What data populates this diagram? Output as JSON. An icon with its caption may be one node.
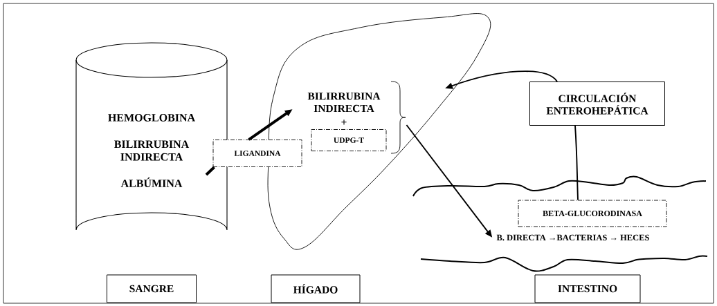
{
  "diagram": {
    "nodes": [
      {
        "text": [
          "HEMOGLOBINA",
          "BILIRRUBINA INDIRECTA",
          "ALBÚMINA"
        ]
      },
      {
        "text": [],
        "shape": "blob"
      },
      {
        "text": [
          "LIGANDINA"
        ]
      },
      {
        "text": [
          "BILIRRUBINA INDIRECTA",
          "+"
        ],
        "in": 1
      },
      {
        "text": [
          "UDPG-T"
        ],
        "in": 1
      },
      {
        "text": [
          "CIRCULACIÓN ENTEROHEPÁTICA"
        ]
      },
      {
        "text": [
          "BETA-GLUCORODINASA"
        ]
      },
      {
        "text": [
          "B. DIRECTA →BACTERIAS → HECES"
        ]
      },
      {
        "text": [
          "SANGRE"
        ]
      },
      {
        "text": [
          "HÍGADO"
        ]
      },
      {
        "text": [
          "INTESTINO"
        ]
      }
    ],
    "edges": [
      {
        "from": 0,
        "to": 2,
        "arrow": "none",
        "style": "thick"
      },
      {
        "from": 2,
        "to": 3,
        "arrow": "to",
        "style": "thick"
      },
      {
        "from": 4,
        "to": 7,
        "arrow": "to"
      },
      {
        "from": 6,
        "to": 5,
        "arrow": "none"
      },
      {
        "from": 5,
        "to": 1,
        "arrow": "to"
      }
    ]
  }
}
